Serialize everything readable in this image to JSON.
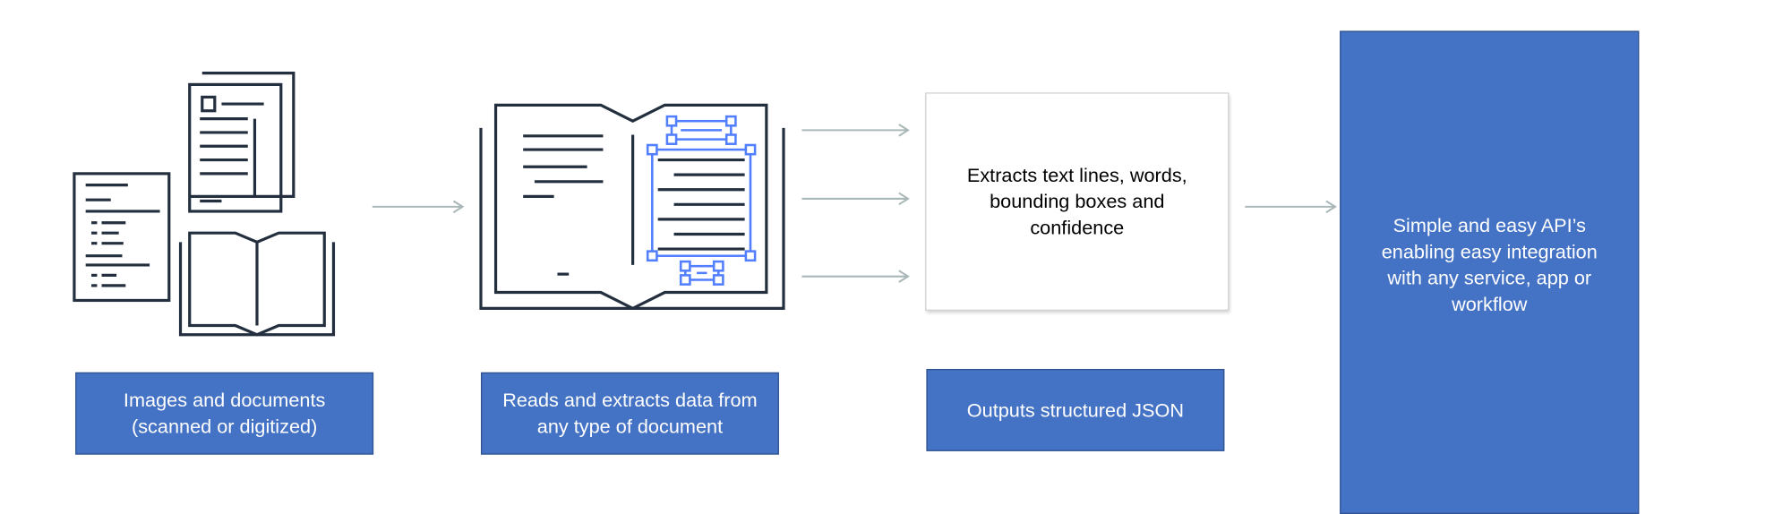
{
  "diagram": {
    "step1_label": "Images and documents\n(scanned or digitized)",
    "step2_label": "Reads and extracts data from\nany type of document",
    "step3_output_label": "Outputs structured JSON",
    "step3_detail": "Extracts text lines, words,\nbounding boxes and\nconfidence",
    "step4_label": "Simple and easy API’s\nenabling easy integration\nwith any service, app or\nworkflow"
  },
  "colors": {
    "box_fill": "#4472c4",
    "box_border": "#2f528f",
    "icon_stroke": "#232f3e",
    "highlight": "#527fff",
    "arrow": "#aab7b8"
  }
}
